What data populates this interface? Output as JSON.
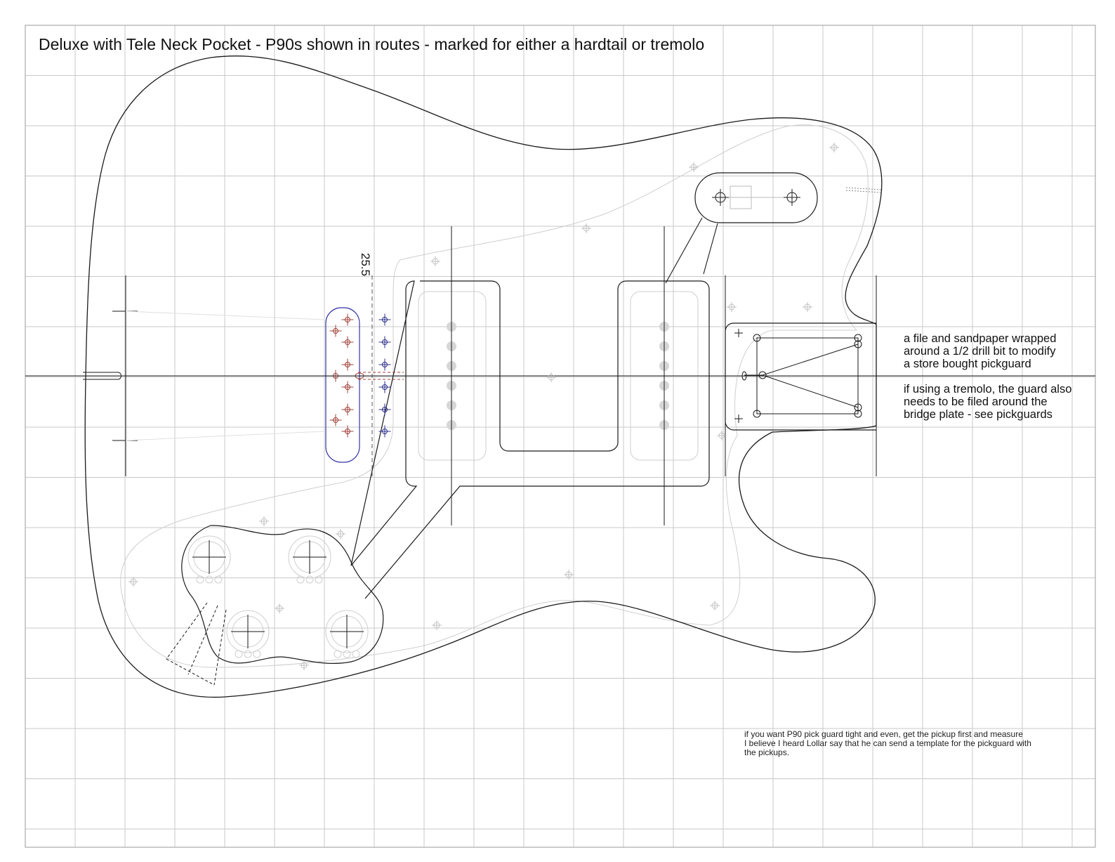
{
  "title": "Deluxe with Tele Neck Pocket - P90s shown in routes - marked for either a hardtail or tremolo",
  "scale_length": "25.5",
  "notes": {
    "pickguard_mod": [
      "a file and sandpaper wrapped",
      "around a 1/2 drill bit to modify",
      "a store bought pickguard"
    ],
    "tremolo": [
      "if using a tremolo, the guard also",
      "needs to be filed around the",
      "bridge plate - see pickguards"
    ],
    "p90_guard": [
      "if you want P90 pick guard tight and even, get the pickup first and measure",
      "I believe I heard Lollar say that he can send a template for the pickguard with",
      "the pickups."
    ]
  },
  "colors": {
    "grid": "#c8c8c8",
    "outline": "#1a1a1a",
    "faint": "#cfcfcf",
    "ferrule_red": "#a0413a",
    "ferrule_blue": "#2c2f8c",
    "pole_piece": "#d6d6d6"
  }
}
